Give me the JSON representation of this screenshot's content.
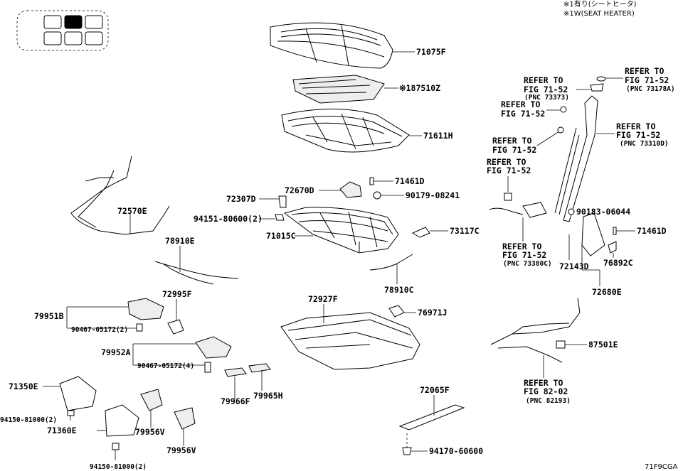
{
  "notes": {
    "line1": "※1有り(シートヒータ)",
    "line2": "※1W(SEAT HEATER)"
  },
  "labels": {
    "p71075F": "71075F",
    "p87510Z": "※187510Z",
    "p71611H": "71611H",
    "p71461D_a": "71461D",
    "p72670D": "72670D",
    "p72307D": "72307D",
    "p90179": "90179-08241",
    "p94151": "94151-80600(2)",
    "p71015C": "71015C",
    "p73117C": "73117C",
    "p72570E": "72570E",
    "p78910E": "78910E",
    "p78910C": "78910C",
    "p72995F": "72995F",
    "p79951B": "79951B",
    "p90467_2": "90467-05172(2)",
    "p72927F": "72927F",
    "p76971J": "76971J",
    "p79952A": "79952A",
    "p90467_4": "90467-05172(4)",
    "p79966F": "79966F",
    "p79965H": "79965H",
    "p71350E": "71350E",
    "p94150_a": "94150-81000(2)",
    "p71360E": "71360E",
    "p79956V_a": "79956V",
    "p79956V_b": "79956V",
    "p94150_b": "94150-81000(2)",
    "p72065F": "72065F",
    "p94170": "94170-60600",
    "p90183": "90183-06044",
    "p71461D_b": "71461D",
    "p72143D": "72143D",
    "p76892C": "76892C",
    "p72680E": "72680E",
    "p87501E": "87501E",
    "code": "71F9CGA"
  },
  "refers": {
    "r1": {
      "l1": "REFER TO",
      "l2": "FIG 71-52",
      "l3": "(PNC 73373)"
    },
    "r2": {
      "l1": "REFER TO",
      "l2": "FIG 71-52",
      "l3": "(PNC 73178A)"
    },
    "r3": {
      "l1": "REFER TO",
      "l2": "FIG 71-52"
    },
    "r4": {
      "l1": "REFER TO",
      "l2": "FIG 71-52",
      "l3": "(PNC 73310D)"
    },
    "r5": {
      "l1": "REFER TO",
      "l2": "FIG 71-52"
    },
    "r6": {
      "l1": "REFER TO",
      "l2": "FIG 71-52"
    },
    "r7": {
      "l1": "REFER TO",
      "l2": "FIG 71-52",
      "l3": "(PNC 73380C)"
    },
    "r8": {
      "l1": "REFER TO",
      "l2": "FIG 82-02",
      "l3": "(PNC 82193)"
    }
  }
}
